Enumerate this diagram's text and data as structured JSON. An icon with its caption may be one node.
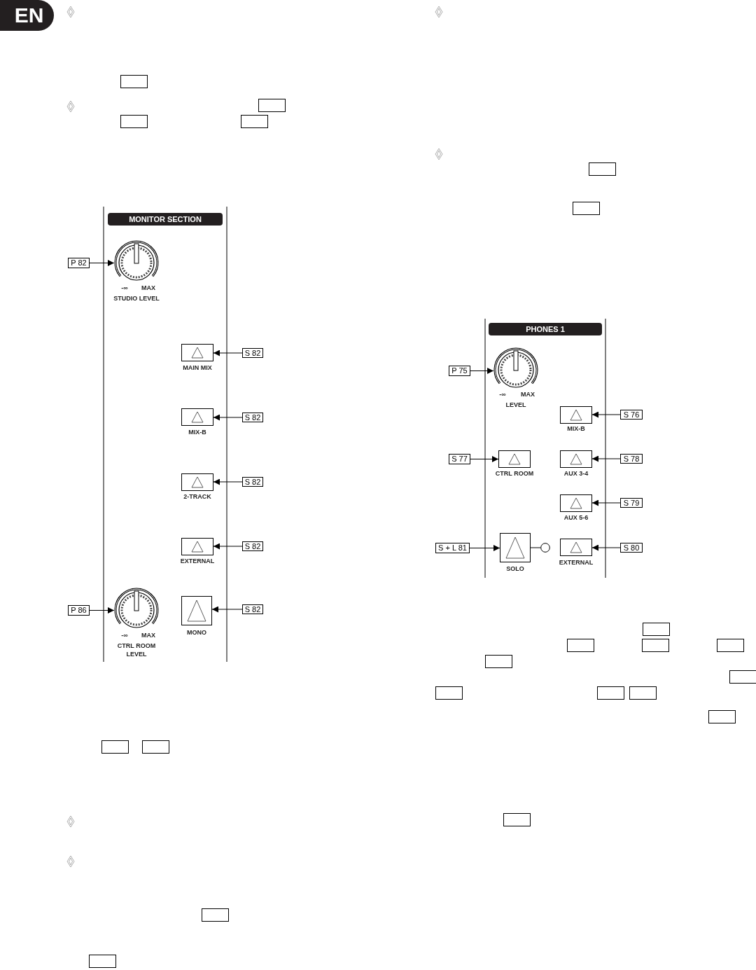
{
  "diagram": {
    "nodes": [
      {
        "text": [
          "EN"
        ]
      },
      {
        "text": [],
        "shape": "box"
      },
      {
        "text": [],
        "shape": "box"
      },
      {
        "text": [],
        "shape": "box"
      },
      {
        "text": [],
        "shape": "box"
      },
      {
        "text": [
          "MONITOR SECTION"
        ]
      },
      {
        "text": [
          "P 82"
        ]
      },
      {
        "text": [],
        "shape": "circle",
        "beside": [
          "-∞",
          "MAX",
          "STUDIO LEVEL"
        ]
      },
      {
        "text": [],
        "shape": "box",
        "beside": [
          "MAIN MIX"
        ]
      },
      {
        "text": [
          "S 82"
        ]
      },
      {
        "text": [],
        "shape": "box",
        "beside": [
          "MIX-B"
        ]
      },
      {
        "text": [
          "S 82"
        ]
      },
      {
        "text": [],
        "shape": "box",
        "beside": [
          "2-TRACK"
        ]
      },
      {
        "text": [
          "S 82"
        ]
      },
      {
        "text": [],
        "shape": "box",
        "beside": [
          "EXTERNAL"
        ]
      },
      {
        "text": [
          "S 82"
        ]
      },
      {
        "text": [
          "P 86"
        ]
      },
      {
        "text": [],
        "shape": "circle",
        "beside": [
          "-∞",
          "MAX",
          "CTRL ROOM LEVEL"
        ]
      },
      {
        "text": [],
        "shape": "box",
        "beside": [
          "MONO"
        ]
      },
      {
        "text": [
          "S 82"
        ]
      },
      {
        "text": [],
        "shape": "box"
      },
      {
        "text": [],
        "shape": "box"
      },
      {
        "text": [],
        "shape": "box"
      },
      {
        "text": [],
        "shape": "box"
      },
      {
        "text": [],
        "shape": "box"
      },
      {
        "text": [],
        "shape": "box"
      },
      {
        "text": [
          "PHONES 1"
        ]
      },
      {
        "text": [
          "P 75"
        ]
      },
      {
        "text": [],
        "shape": "circle",
        "beside": [
          "-∞",
          "MAX",
          "LEVEL"
        ]
      },
      {
        "text": [],
        "shape": "box",
        "beside": [
          "MIX-B"
        ]
      },
      {
        "text": [
          "S 76"
        ]
      },
      {
        "text": [
          "S 77"
        ]
      },
      {
        "text": [],
        "shape": "box",
        "beside": [
          "CTRL ROOM"
        ]
      },
      {
        "text": [],
        "shape": "box",
        "beside": [
          "AUX 3-4"
        ]
      },
      {
        "text": [
          "S 78"
        ]
      },
      {
        "text": [],
        "shape": "box",
        "beside": [
          "AUX 5-6"
        ]
      },
      {
        "text": [
          "S 79"
        ]
      },
      {
        "text": [
          "S + L 81"
        ]
      },
      {
        "text": [],
        "shape": "box",
        "beside": [
          "SOLO"
        ]
      },
      {
        "text": [],
        "shape": "circle"
      },
      {
        "text": [],
        "shape": "box",
        "beside": [
          "EXTERNAL"
        ]
      },
      {
        "text": [
          "S 80"
        ]
      },
      {
        "text": [],
        "shape": "box"
      },
      {
        "text": [],
        "shape": "box"
      },
      {
        "text": [],
        "shape": "box"
      },
      {
        "text": [],
        "shape": "box"
      },
      {
        "text": [],
        "shape": "box"
      },
      {
        "text": [],
        "shape": "box"
      },
      {
        "text": [],
        "shape": "box"
      },
      {
        "text": [],
        "shape": "box"
      },
      {
        "text": [],
        "shape": "box"
      },
      {
        "text": [],
        "shape": "box"
      },
      {
        "text": [],
        "shape": "box"
      }
    ],
    "edges": [
      {
        "from": 6,
        "to": 7,
        "arrow": "to"
      },
      {
        "from": 9,
        "to": 8,
        "arrow": "to"
      },
      {
        "from": 11,
        "to": 10,
        "arrow": "to"
      },
      {
        "from": 13,
        "to": 12,
        "arrow": "to"
      },
      {
        "from": 15,
        "to": 14,
        "arrow": "to"
      },
      {
        "from": 16,
        "to": 17,
        "arrow": "to"
      },
      {
        "from": 19,
        "to": 18,
        "arrow": "to"
      },
      {
        "from": 27,
        "to": 28,
        "arrow": "to"
      },
      {
        "from": 30,
        "to": 29,
        "arrow": "to"
      },
      {
        "from": 31,
        "to": 32,
        "arrow": "to"
      },
      {
        "from": 34,
        "to": 33,
        "arrow": "to"
      },
      {
        "from": 36,
        "to": 35,
        "arrow": "to"
      },
      {
        "from": 37,
        "to": 38,
        "arrow": "to"
      },
      {
        "from": 38,
        "to": 39,
        "arrow": "none"
      },
      {
        "from": 41,
        "to": 40,
        "arrow": "to"
      }
    ]
  }
}
